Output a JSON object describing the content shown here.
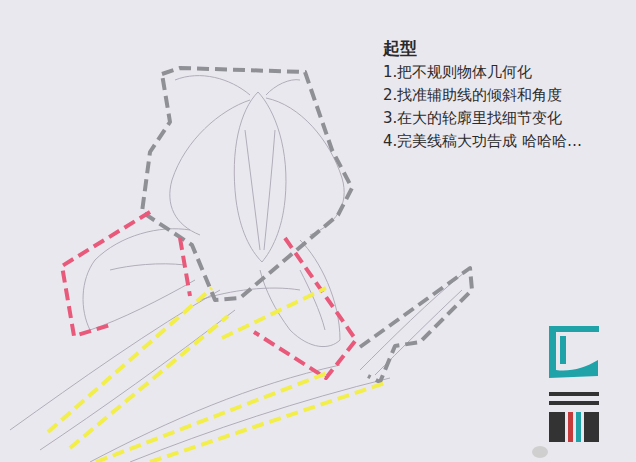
{
  "diagram": {
    "title": "起型",
    "labels": [
      "1.把不规则物体几何化",
      "2.找准辅助线的倾斜和角度",
      "3.在大的轮廓里找细节变化",
      "4.完美线稿大功告成 哈哈哈…"
    ]
  }
}
